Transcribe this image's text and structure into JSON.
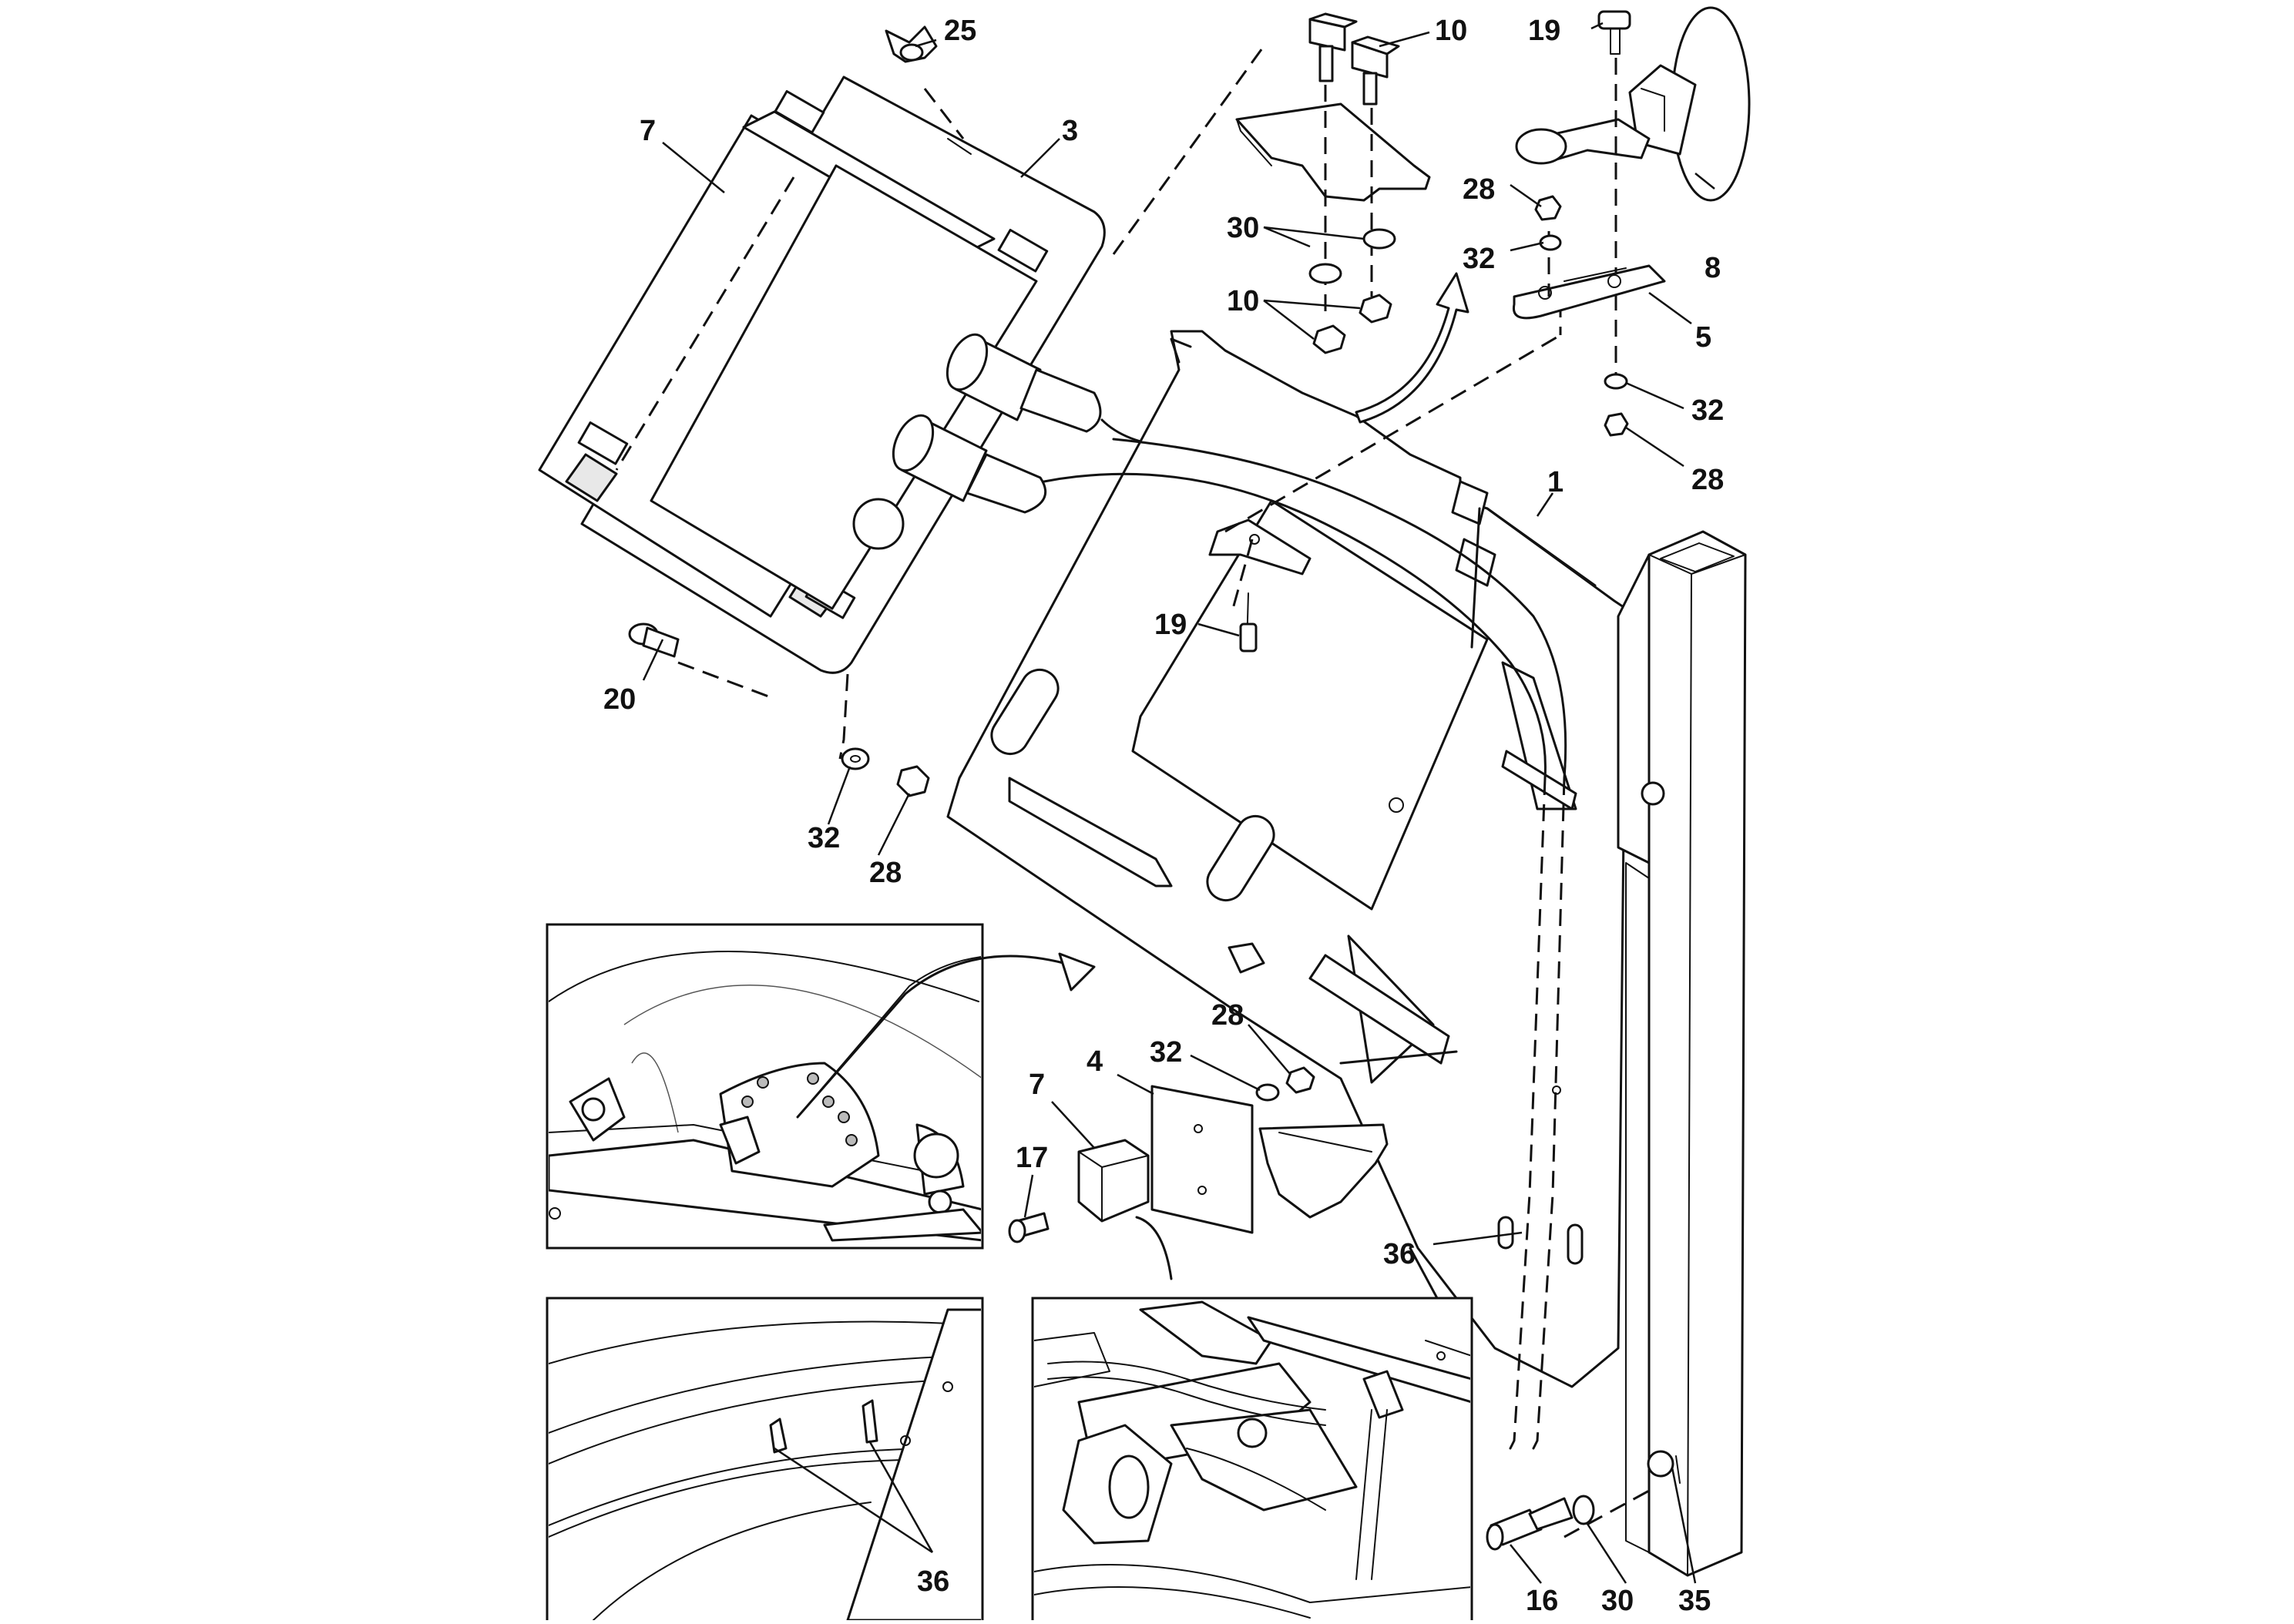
{
  "parts": {
    "p1": "1",
    "p3": "3",
    "p4": "4",
    "p5": "5",
    "p7": "7",
    "p8": "8",
    "p10": "10",
    "p16": "16",
    "p17": "17",
    "p19": "19",
    "p20": "20",
    "p25": "25",
    "p28": "28",
    "p30": "30",
    "p32": "32",
    "p35": "35",
    "p36": "36"
  },
  "colors": {
    "line": "#111111",
    "background": "#ffffff"
  }
}
